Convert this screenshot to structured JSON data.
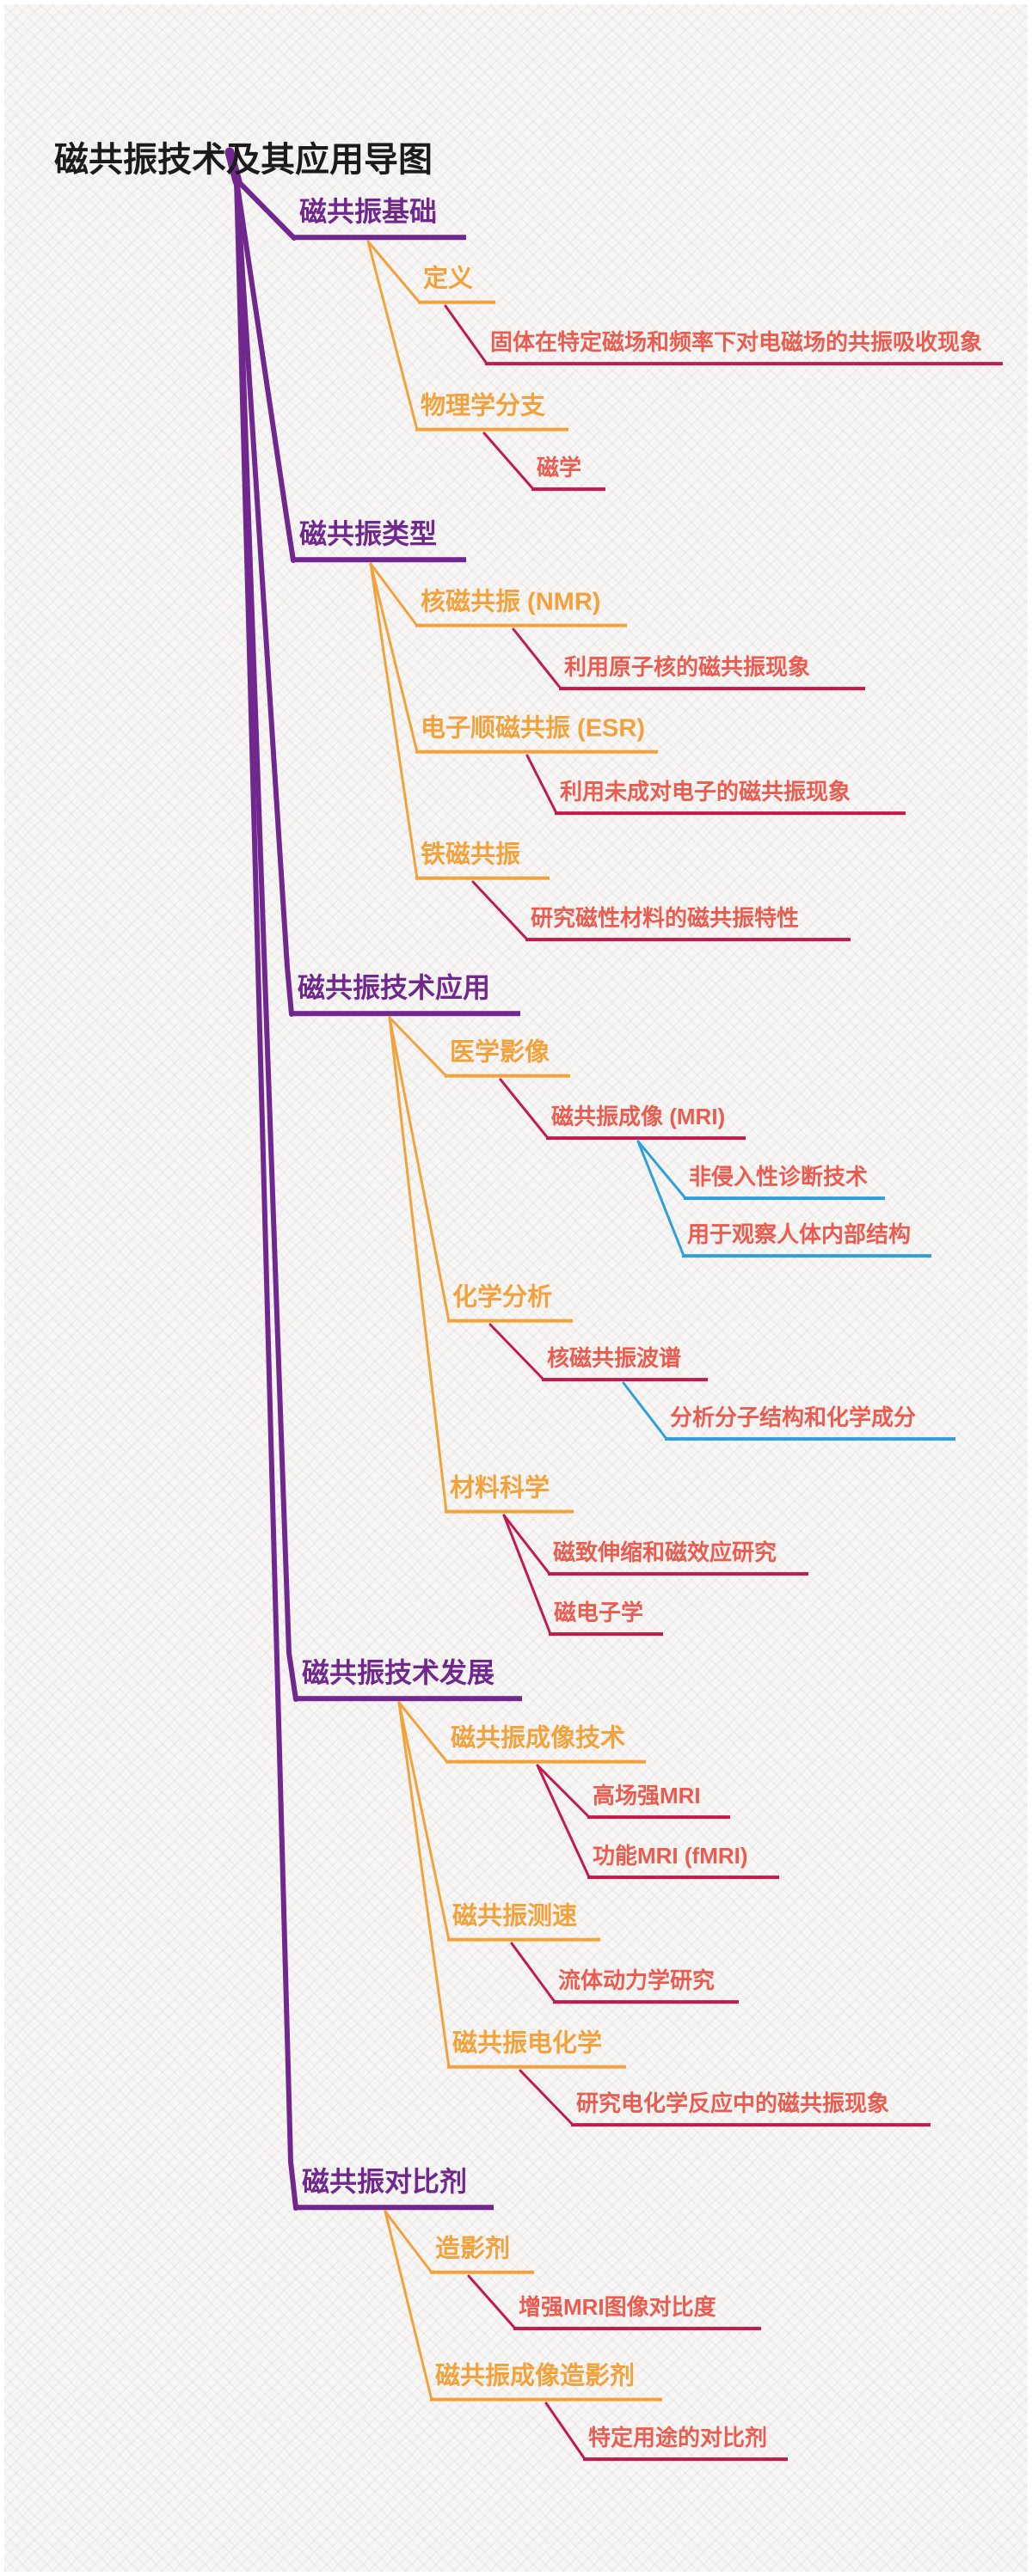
{
  "colors": {
    "title_text": "#1B1B1B",
    "level1_branch": "#71288E",
    "level2_branch": "#F2A23C",
    "level3_text": "#E95C50",
    "level3_underline": "#C21A4D",
    "level4_underline": "#2E9FD8",
    "background": "#F7F6F4"
  },
  "tree": {
    "label": "磁共振技术及其应用导图",
    "children": [
      {
        "label": "磁共振基础",
        "children": [
          {
            "label": "定义",
            "children": [
              {
                "label": "固体在特定磁场和频率下对电磁场的共振吸收现象"
              }
            ]
          },
          {
            "label": "物理学分支",
            "children": [
              {
                "label": "磁学"
              }
            ]
          }
        ]
      },
      {
        "label": "磁共振类型",
        "children": [
          {
            "label": "核磁共振 (NMR)",
            "children": [
              {
                "label": "利用原子核的磁共振现象"
              }
            ]
          },
          {
            "label": "电子顺磁共振 (ESR)",
            "children": [
              {
                "label": "利用未成对电子的磁共振现象"
              }
            ]
          },
          {
            "label": "铁磁共振",
            "children": [
              {
                "label": "研究磁性材料的磁共振特性"
              }
            ]
          }
        ]
      },
      {
        "label": "磁共振技术应用",
        "children": [
          {
            "label": "医学影像",
            "children": [
              {
                "label": "磁共振成像 (MRI)",
                "children": [
                  {
                    "label": "非侵入性诊断技术"
                  },
                  {
                    "label": "用于观察人体内部结构"
                  }
                ]
              }
            ]
          },
          {
            "label": "化学分析",
            "children": [
              {
                "label": "核磁共振波谱",
                "children": [
                  {
                    "label": "分析分子结构和化学成分"
                  }
                ]
              }
            ]
          },
          {
            "label": "材料科学",
            "children": [
              {
                "label": "磁致伸缩和磁效应研究"
              },
              {
                "label": "磁电子学"
              }
            ]
          }
        ]
      },
      {
        "label": "磁共振技术发展",
        "children": [
          {
            "label": "磁共振成像技术",
            "children": [
              {
                "label": "高场强MRI"
              },
              {
                "label": "功能MRI (fMRI)"
              }
            ]
          },
          {
            "label": "磁共振测速",
            "children": [
              {
                "label": "流体动力学研究"
              }
            ]
          },
          {
            "label": "磁共振电化学",
            "children": [
              {
                "label": "研究电化学反应中的磁共振现象"
              }
            ]
          }
        ]
      },
      {
        "label": "磁共振对比剂",
        "children": [
          {
            "label": "造影剂",
            "children": [
              {
                "label": "增强MRI图像对比度"
              }
            ]
          },
          {
            "label": "磁共振成像造影剂",
            "children": [
              {
                "label": "特定用途的对比剂"
              }
            ]
          }
        ]
      }
    ]
  }
}
